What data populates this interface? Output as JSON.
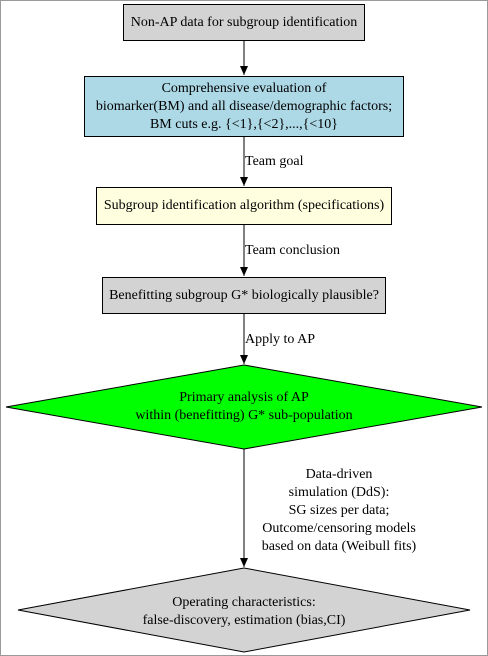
{
  "nodes": {
    "non_ap_data": {
      "label": "Non-AP data for subgroup identification",
      "fill": "#d3d3d3"
    },
    "comprehensive_evaluation": {
      "lines": [
        "Comprehensive evaluation of",
        "biomarker(BM) and all disease/demographic factors;",
        "BM cuts e.g. {<1},{<2},...,{<10}"
      ],
      "fill": "#add8e6"
    },
    "algorithm": {
      "label": "Subgroup identification algorithm (specifications)",
      "fill": "#ffffe0"
    },
    "plausibility_check": {
      "label": "Benefitting subgroup G* biologically plausible?",
      "fill": "#d3d3d3"
    },
    "primary_analysis": {
      "lines": [
        "Primary analysis of AP",
        "within (benefitting) G* sub-population"
      ],
      "fill": "#00ff00"
    },
    "operating_characteristics": {
      "lines": [
        "Operating characteristics:",
        "false-discovery, estimation (bias,CI)"
      ],
      "fill": "#d3d3d3"
    }
  },
  "edges": {
    "team_goal": "Team goal",
    "team_conclusion": "Team conclusion",
    "apply_to_ap": "Apply to AP",
    "data_driven_simulation": {
      "lines": [
        "Data-driven",
        "simulation (DdS):",
        "SG sizes per data;",
        "Outcome/censoring models",
        "based on data (Weibull fits)"
      ]
    }
  }
}
